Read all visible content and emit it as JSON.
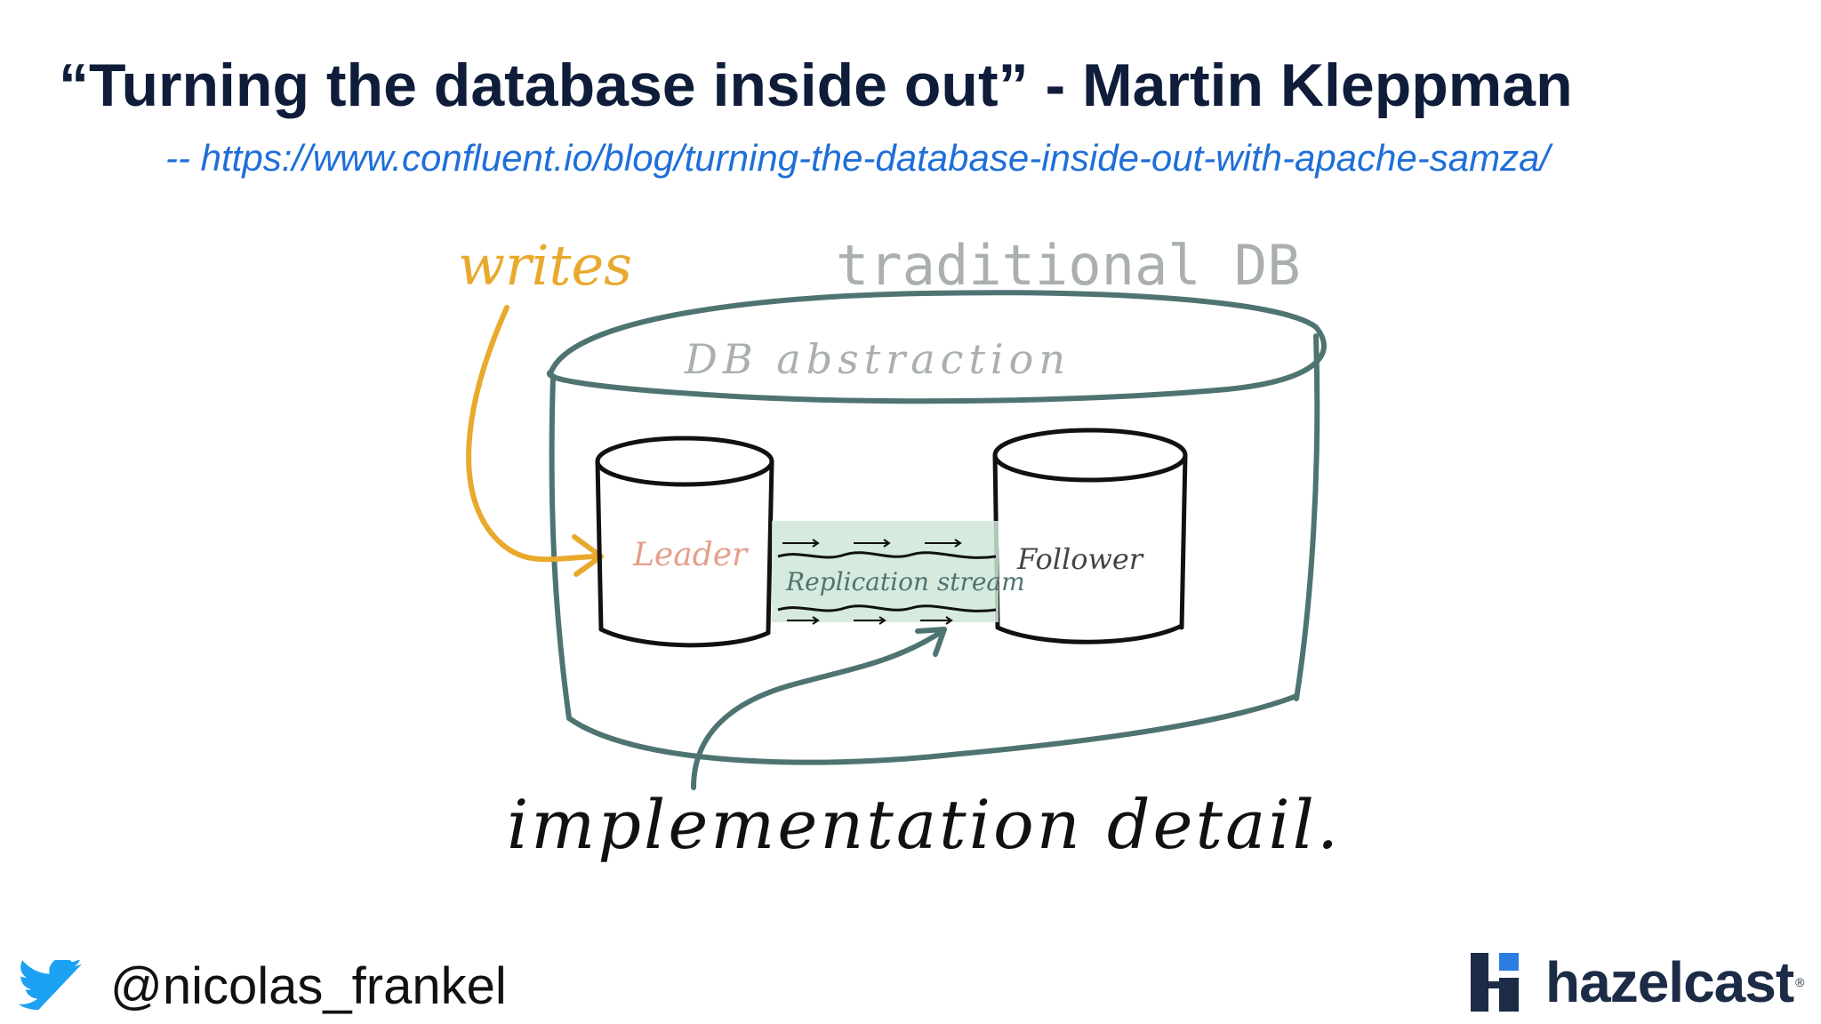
{
  "slide": {
    "title": "“Turning the database inside out” - Martin Kleppman",
    "source": "-- https://www.confluent.io/blog/turning-the-database-inside-out-with-apache-samza/"
  },
  "diagram": {
    "writes_label": "writes",
    "traditional_db_label": "traditional DB",
    "db_abstraction_label": "DB abstraction",
    "leader_label": "Leader",
    "follower_label": "Follower",
    "replication_label": "Replication stream",
    "implementation_label": "implementation detail.",
    "colors": {
      "writes": "#e8a92d",
      "container_stroke": "#4e7472",
      "traditional_text": "#a9b0ad",
      "leader_text": "#e3a08a",
      "replication_fill": "#cfe6d8",
      "ink": "#111111"
    }
  },
  "footer": {
    "twitter_handle": "@nicolas_frankel",
    "brand_name": "hazelcast",
    "brand_mark": "®",
    "colors": {
      "twitter": "#1da1f2",
      "brand": "#1c2b46",
      "brand_accent": "#2a7de1"
    }
  }
}
